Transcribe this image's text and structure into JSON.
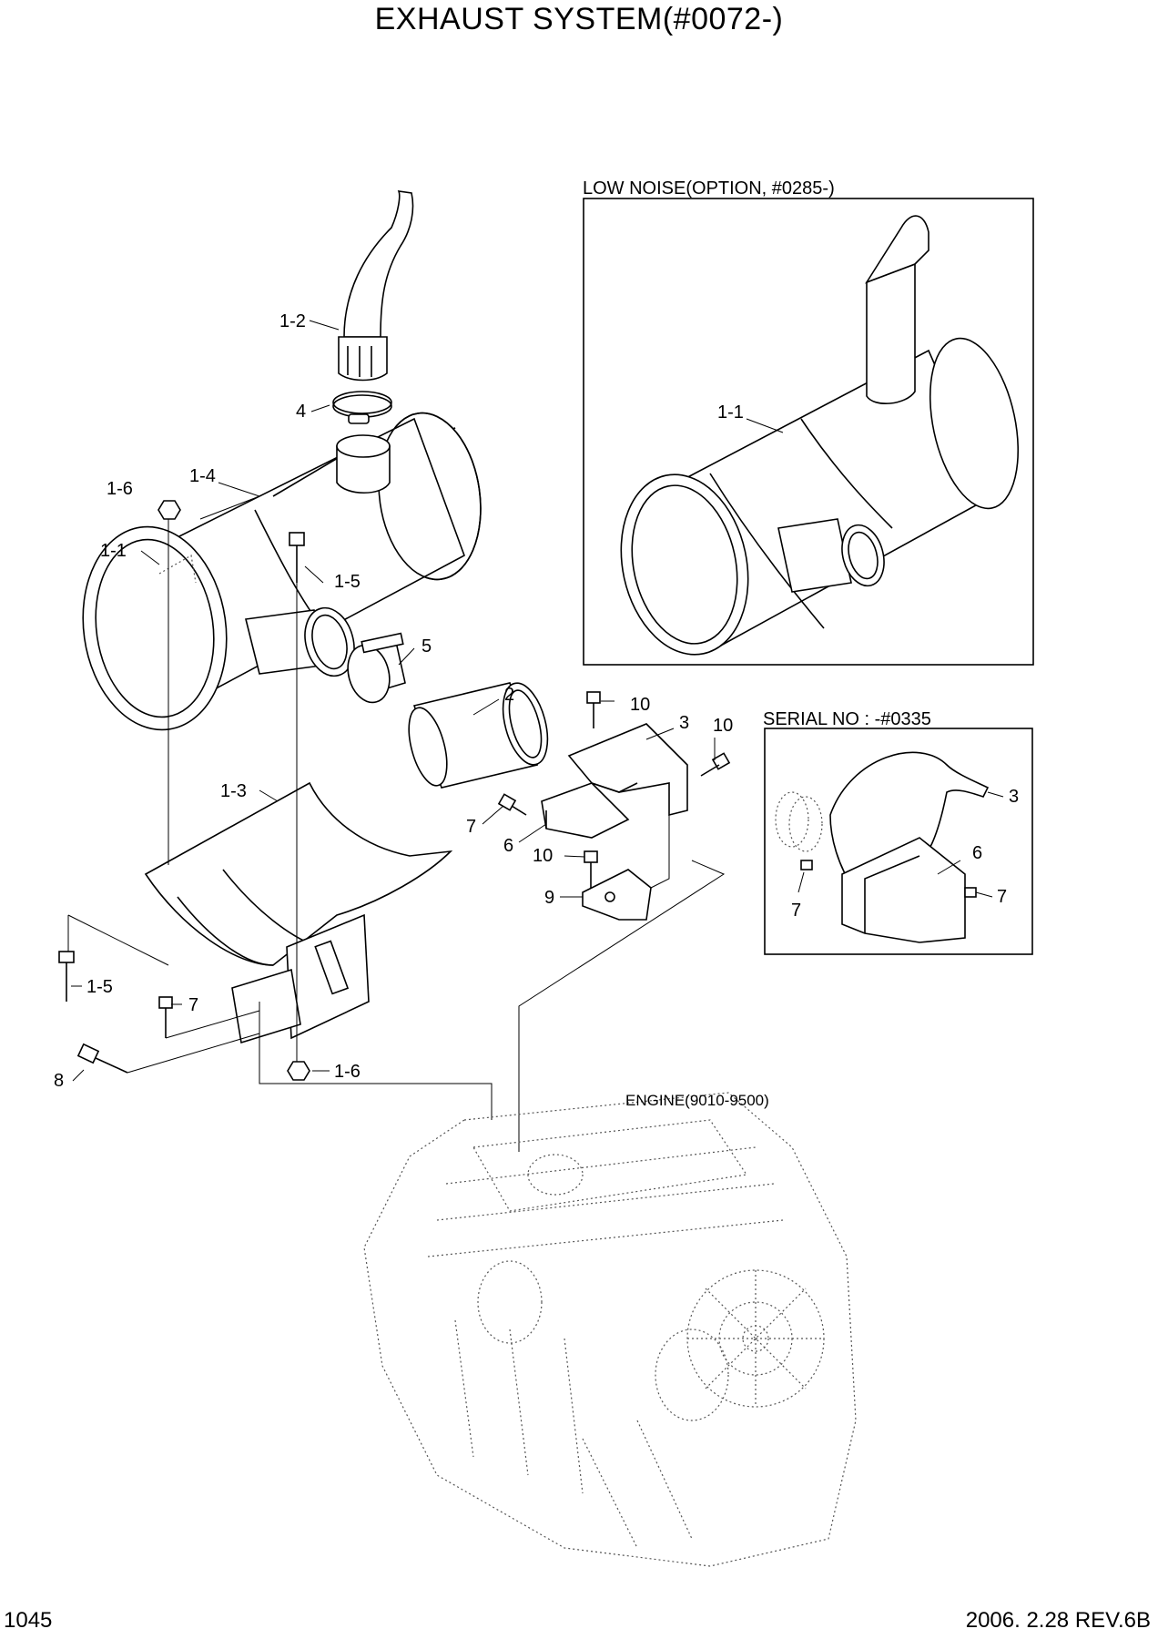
{
  "title": "EXHAUST SYSTEM(#0072-)",
  "footer": {
    "page": "1045",
    "date_rev": "2006. 2.28  REV.6B"
  },
  "insets": {
    "low_noise": {
      "label": "LOW NOISE(OPTION, #0285-)"
    },
    "serial": {
      "label": "SERIAL NO : -#0335"
    }
  },
  "engine_label": "ENGINE(9010-9500)",
  "callouts": {
    "c12": "1-2",
    "c4": "4",
    "c16a": "1-6",
    "c14": "1-4",
    "c11": "1-1",
    "c15a": "1-5",
    "c5": "5",
    "c2": "2",
    "c10a": "10",
    "c3": "3",
    "c10b": "10",
    "c13": "1-3",
    "c7a": "7",
    "c6": "6",
    "c10c": "10",
    "c9": "9",
    "c15b": "1-5",
    "c7b": "7",
    "c8": "8",
    "c16b": "1-6",
    "ln_11": "1-1",
    "sn_3": "3",
    "sn_6": "6",
    "sn_7a": "7",
    "sn_7b": "7"
  }
}
